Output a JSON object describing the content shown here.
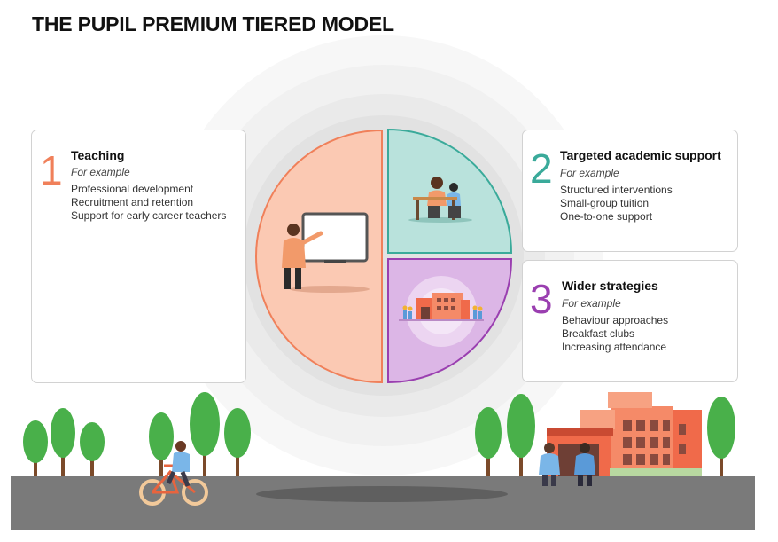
{
  "title": "THE PUPIL PREMIUM TIERED MODEL",
  "colors": {
    "tier1": "#f0805a",
    "tier1_fill": "#fbc9b3",
    "tier2": "#3aaa9a",
    "tier2_fill": "#b9e2dc",
    "tier3": "#9a3fb0",
    "tier3_fill": "#dcb6e6",
    "ground": "#7a7a7a",
    "tree": "#49b04a"
  },
  "tiers": [
    {
      "number": "1",
      "heading": "Teaching",
      "subheading": "For example",
      "items": [
        "Professional development",
        "Recruitment and retention",
        "Support for early career teachers"
      ],
      "illustration": "teacher-at-whiteboard"
    },
    {
      "number": "2",
      "heading": "Targeted academic support",
      "subheading": "For example",
      "items": [
        "Structured interventions",
        "Small-group tuition",
        "One-to-one support"
      ],
      "illustration": "tutoring-at-desk"
    },
    {
      "number": "3",
      "heading": "Wider strategies",
      "subheading": "For example",
      "items": [
        "Behaviour approaches",
        "Breakfast clubs",
        "Increasing attendance"
      ],
      "illustration": "school-building-with-pupils"
    }
  ]
}
